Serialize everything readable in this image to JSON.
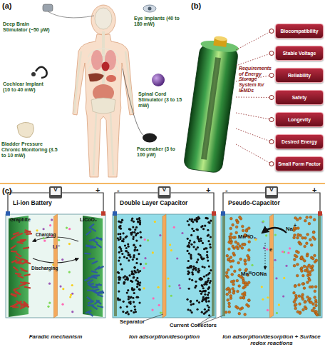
{
  "diagram": {
    "nodes": [
      {
        "text": [
          "Biocompatibility"
        ]
      },
      {
        "text": [
          "Stable Voltage"
        ]
      },
      {
        "text": [
          "Reliability"
        ]
      },
      {
        "text": [
          "Safety"
        ]
      },
      {
        "text": [
          "Longevity"
        ]
      },
      {
        "text": [
          "Desired Energy"
        ]
      },
      {
        "text": [
          "Small Form Factor"
        ]
      },
      {
        "text": [
          "Li-ion Battery",
          "Faradic mechanism"
        ]
      },
      {
        "text": [
          "Double Layer Capacitor",
          "Ion adsorption/desorption"
        ]
      },
      {
        "text": [
          "Pseudo-Capacitor",
          "Ion adsorption/desorption + Surface redox reactions"
        ]
      }
    ],
    "labels": [
      "(a)",
      "Deep Brain Stimulator (~50 µW)",
      "Eye Implants (40 to 180 mW)",
      "Cochlear Implant (10 to 40 mW)",
      "Spinal Cord Stimulator (3 to 15 mW)",
      "Bladder Pressure Chronic Monitoring (3.5 to 10 mW)",
      "Pacemaker (3 to 100 µW)",
      "(b)",
      "Requirements of Energy Storage System for IEMDs",
      "(c)",
      "-",
      "+",
      "V",
      "-",
      "+",
      "V",
      "-",
      "+",
      "V",
      "Graphite",
      "LiCoO₂",
      "Charging",
      "Li⁺",
      "Discharging",
      "Separator",
      "Current Collectors",
      "MnᴵⱽO₂",
      "Na",
      "+",
      "e",
      "MnᴵᴵᴵOONa"
    ]
  }
}
